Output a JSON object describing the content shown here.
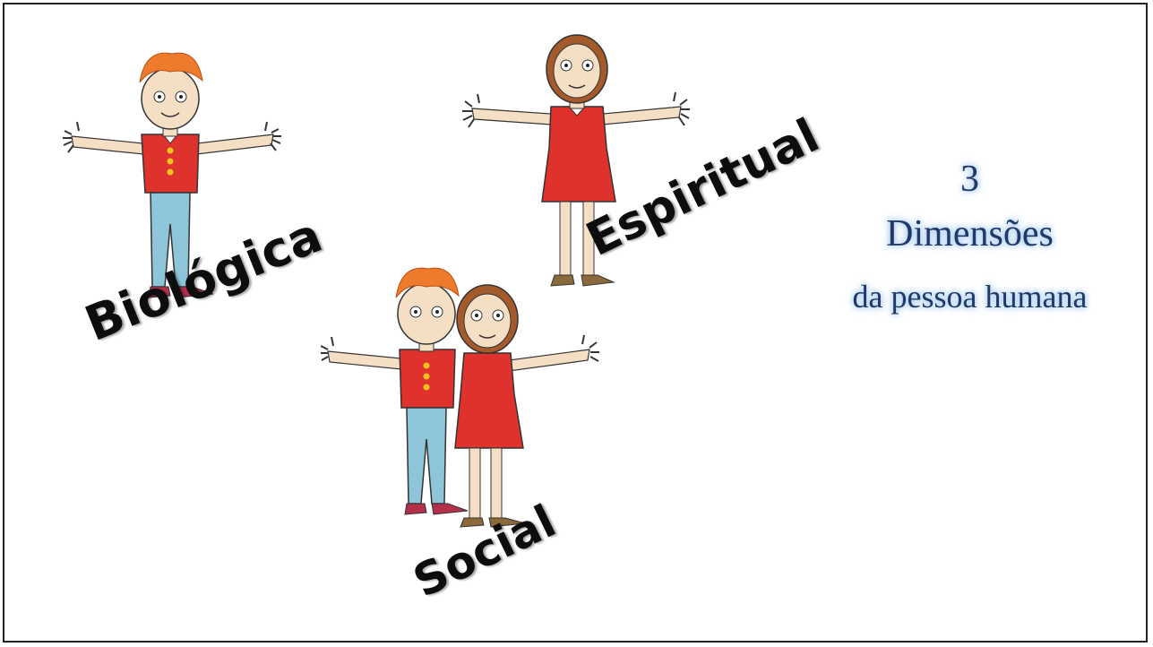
{
  "labels": {
    "biologica": "Biológica",
    "espiritual": "Espiritual",
    "social": "Social"
  },
  "title": {
    "number": "3",
    "main": "Dimensões",
    "sub": "da pessoa humana"
  },
  "colors": {
    "shirt_red": "#e0322c",
    "jeans_blue": "#8ec5d8",
    "hair_orange": "#ee7a2c",
    "skin": "#f5dfc4",
    "title_text": "#1f3a66",
    "title_glow": "#9cc3ee"
  }
}
